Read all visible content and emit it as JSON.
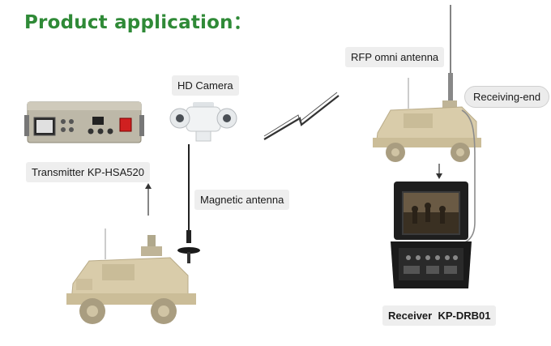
{
  "title": "Product application：",
  "labels": {
    "hd_camera": "HD Camera",
    "transmitter": "Transmitter KP-HSA520",
    "magnetic_antenna": "Magnetic antenna",
    "rfp_antenna": "RFP omni antenna",
    "receiving_end": "Receiving-end",
    "receiver_prefix": "Receiver",
    "receiver_model": "KP-DRB01"
  },
  "colors": {
    "title_green": "#2f8a37",
    "label_bg": "#eeeeee",
    "vehicle_tan": "#c9b892"
  }
}
